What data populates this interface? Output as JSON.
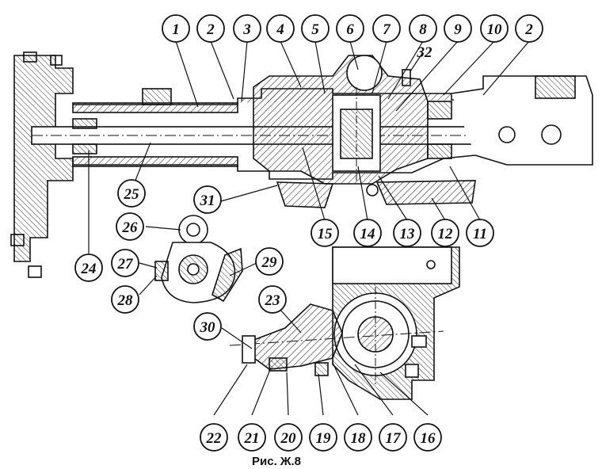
{
  "figure": {
    "caption": "Рис. Ж.8",
    "colors": {
      "ink": "#111111",
      "paper": "#ffffff",
      "hatch": "#333333"
    }
  },
  "callouts": [
    "1",
    "2",
    "3",
    "4",
    "5",
    "6",
    "7",
    "8",
    "9",
    "10",
    "2",
    "11",
    "12",
    "13",
    "14",
    "15",
    "16",
    "17",
    "18",
    "19",
    "20",
    "21",
    "22",
    "23",
    "24",
    "25",
    "26",
    "27",
    "28",
    "29",
    "30",
    "31",
    "32"
  ]
}
